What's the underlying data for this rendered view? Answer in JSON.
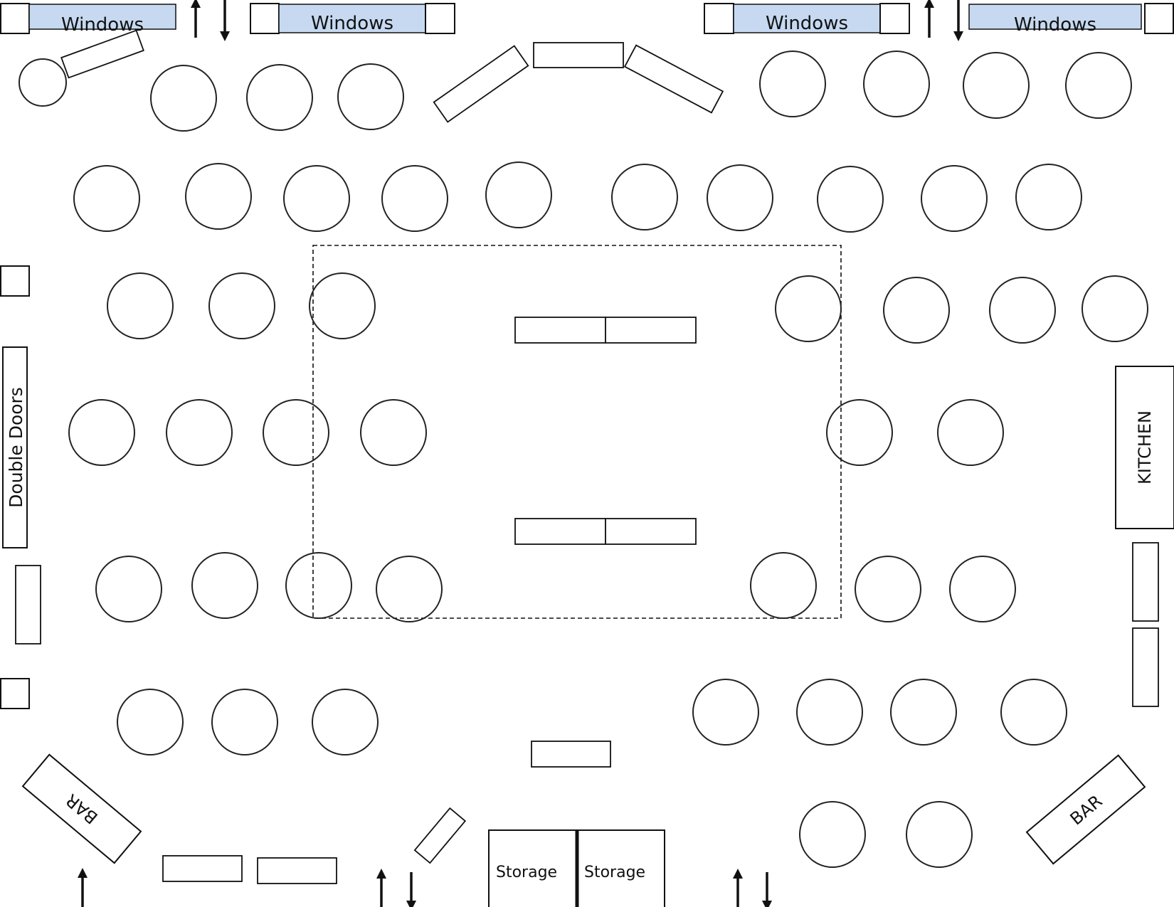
{
  "labels": {
    "windows_1": "Windows",
    "windows_2": "Windows",
    "windows_3": "Windows",
    "windows_4": "Windows",
    "double_doors": "Double Doors",
    "kitchen": "KITCHEN",
    "bar_left": "BAR",
    "bar_right": "BAR",
    "storage_left": "Storage",
    "storage_right": "Storage"
  },
  "colors": {
    "window_fill": "#c6d9f1",
    "stroke": "#111111"
  }
}
